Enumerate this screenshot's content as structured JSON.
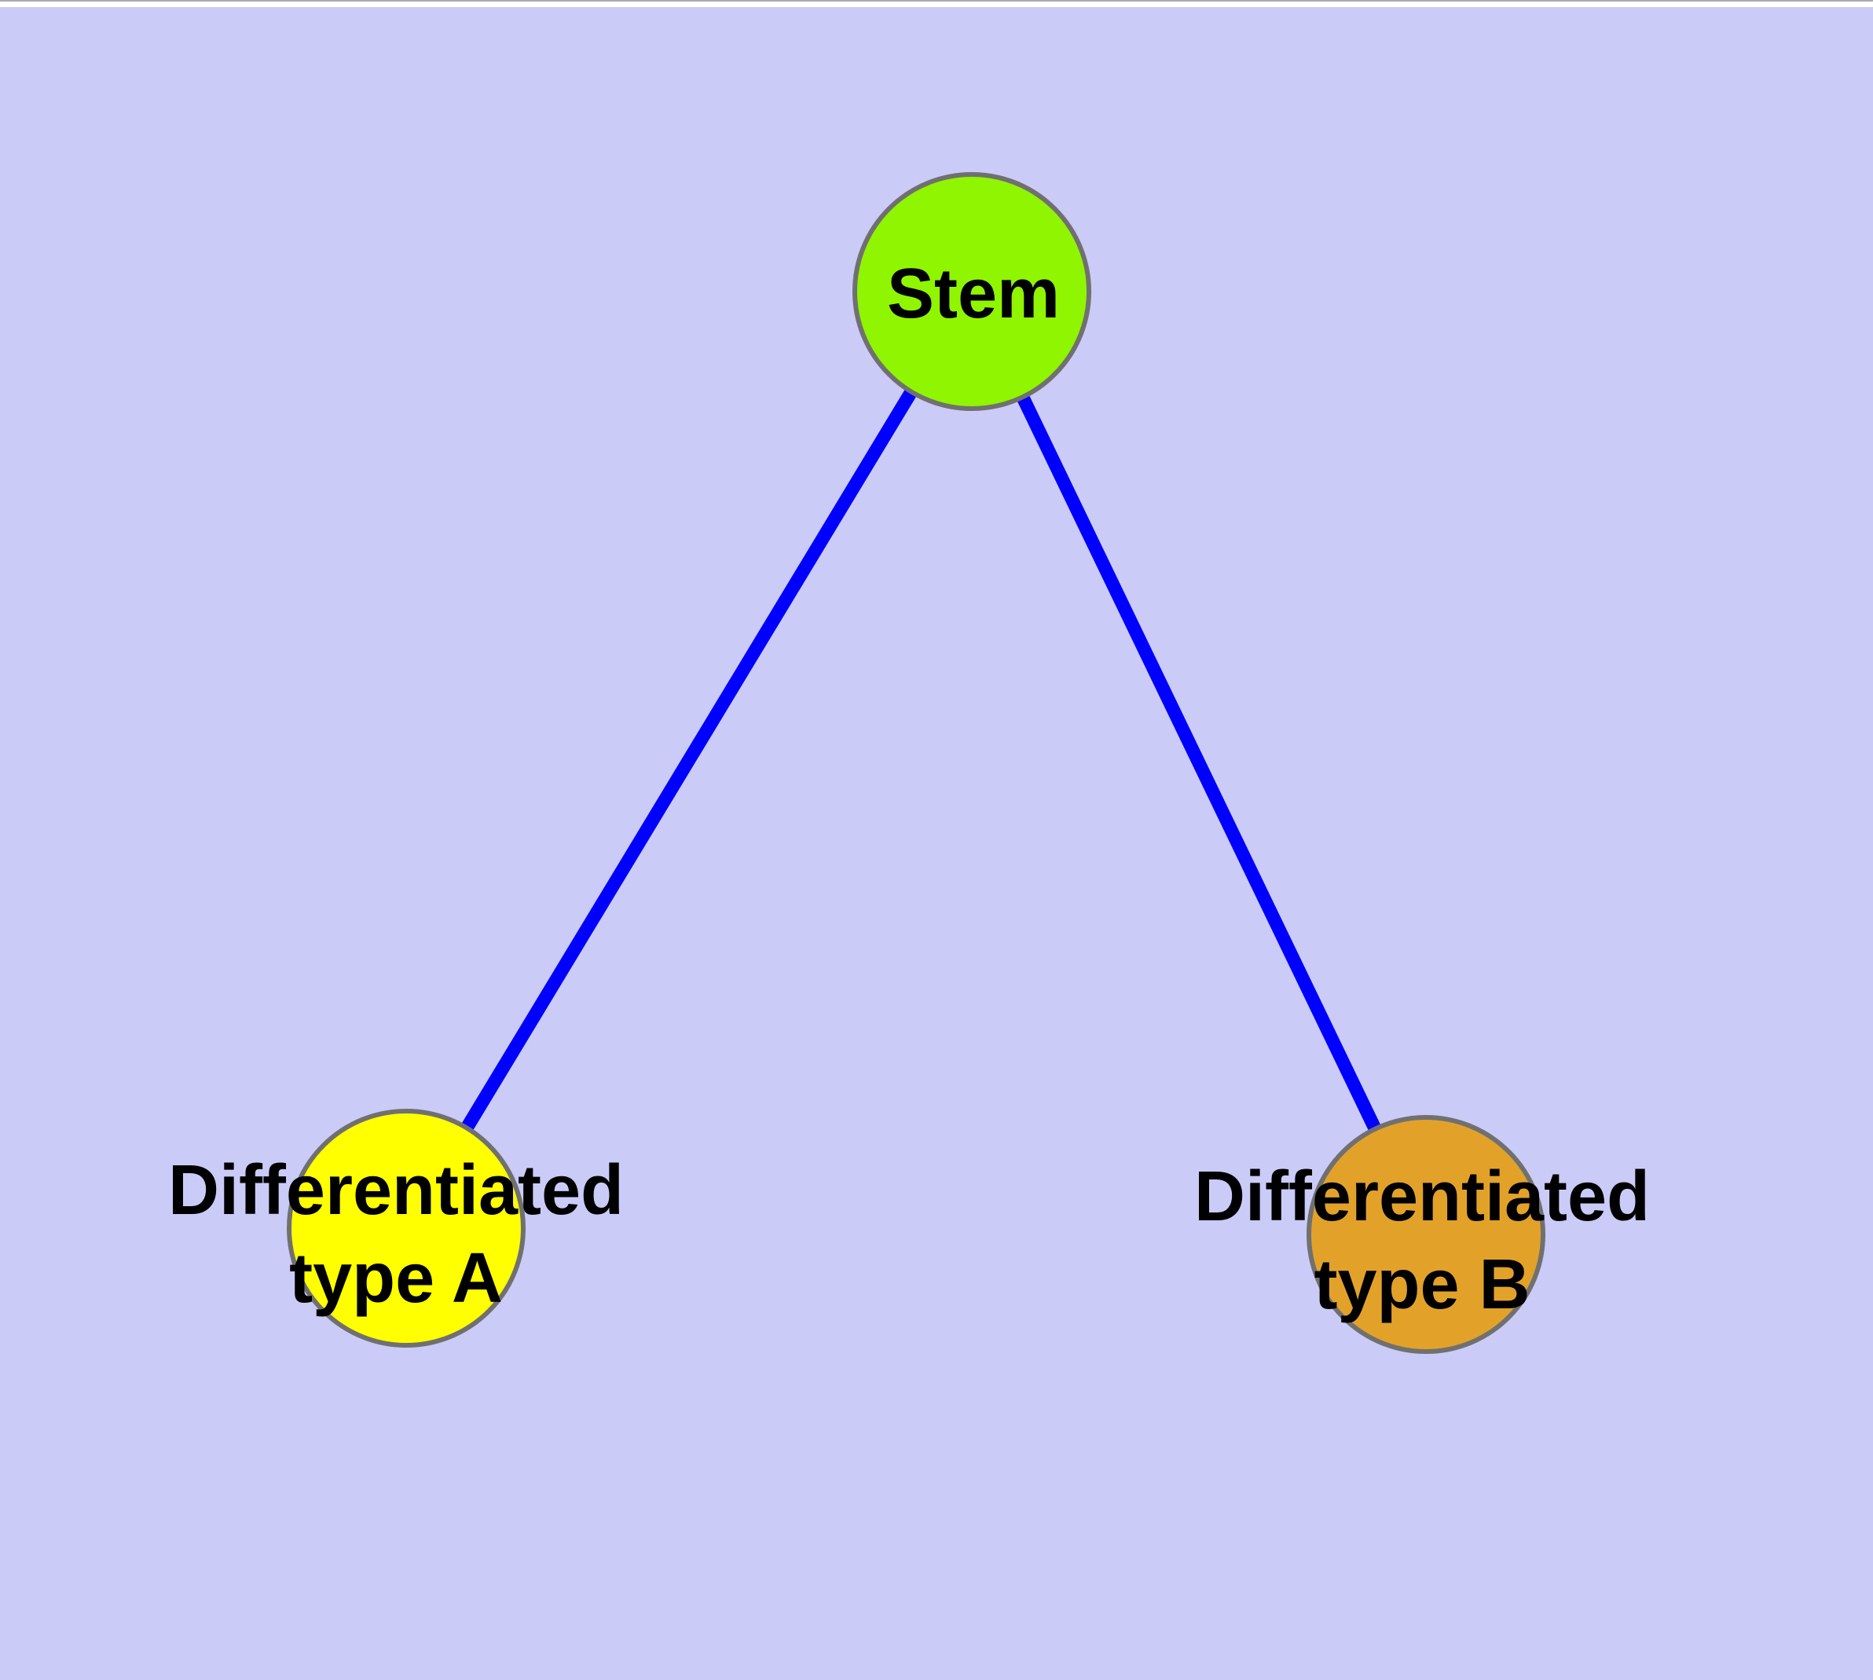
{
  "diagram": {
    "type": "graph",
    "description": "Cell differentiation graph: one stem node linked to two differentiated cell type nodes",
    "nodes": [
      {
        "id": "stem",
        "label": "Stem",
        "lines": [
          "Stem",
          ""
        ],
        "fill": "#90F500"
      },
      {
        "id": "type-a",
        "label": "Differentiated type A",
        "lines": [
          "Differentiated",
          "type A"
        ],
        "fill": "#FFFF00"
      },
      {
        "id": "type-b",
        "label": "Differentiated type B",
        "lines": [
          "Differentiated",
          "type B"
        ],
        "fill": "#E2A22A"
      }
    ],
    "edges": [
      {
        "from": "Stem",
        "to": "Differentiated type A"
      },
      {
        "from": "Stem",
        "to": "Differentiated type B"
      }
    ],
    "colors": {
      "background": "#CBCBF8",
      "node_border": "#707070",
      "edge": "#0000FF",
      "text": "#000000",
      "top_strip": "#FFFFFF",
      "top_hairline": "#ABABAB"
    }
  }
}
